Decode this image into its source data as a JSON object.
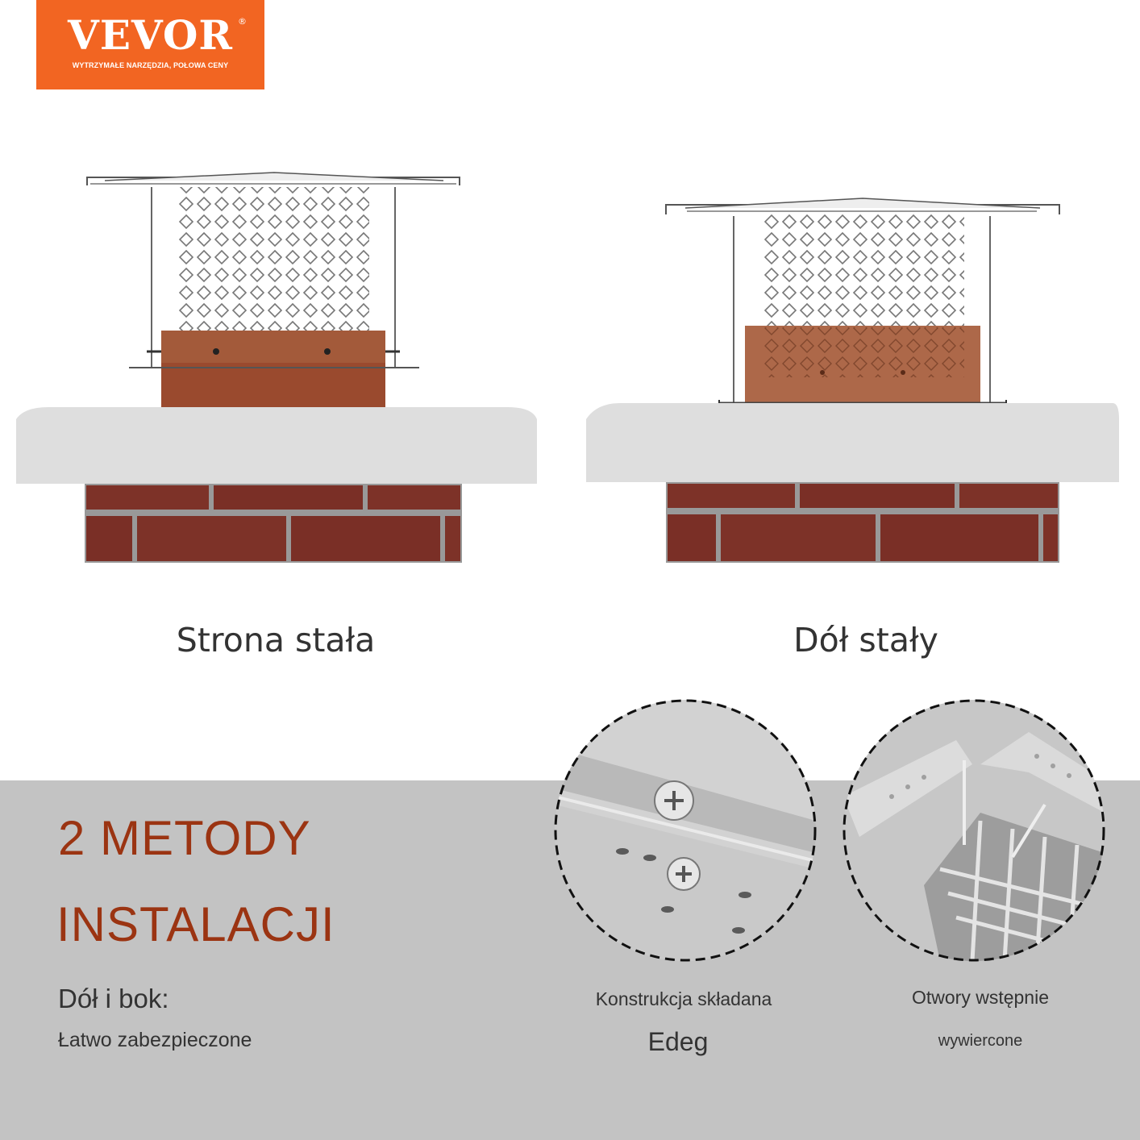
{
  "logo": {
    "brand": "VEVOR",
    "registered_mark": "®",
    "tagline": "WYTRZYMAŁE NARZĘDZIA, POŁOWA CENY"
  },
  "methods": [
    {
      "caption": "Strona stała"
    },
    {
      "caption": "Dół stały"
    }
  ],
  "panel": {
    "headline_line1": "2 METODY",
    "headline_line2": "INSTALACJI",
    "subtitle": "Dół i bok:",
    "description": "Łatwo zabezpieczone"
  },
  "features": [
    {
      "label_line1": "Konstrukcja składana",
      "label_line2": "Edeg"
    },
    {
      "label_line1": "Otwory wstępnie",
      "label_line2": "wywiercone"
    }
  ],
  "colors": {
    "brand_orange": "#f26522",
    "headline_red": "#9b3412",
    "panel_gray": "#c3c3c3",
    "brick": "#7a2f26",
    "copper": "#a0522d"
  }
}
